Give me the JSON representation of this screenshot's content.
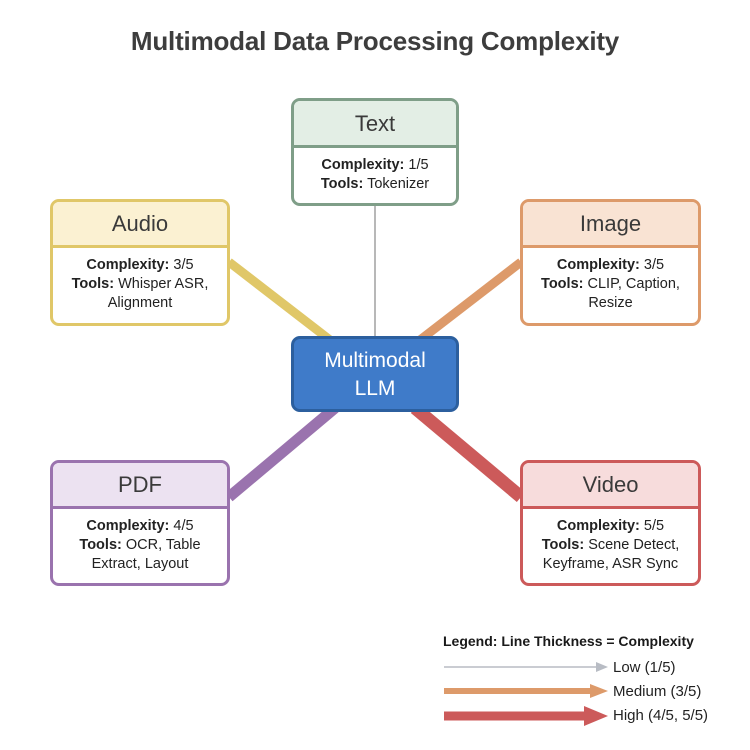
{
  "title": "Multimodal Data Processing Complexity",
  "center": {
    "line1": "Multimodal",
    "line2": "LLM",
    "fill": "#3f7bc9",
    "border": "#2c5f9e"
  },
  "nodes": {
    "text": {
      "name": "Text",
      "complexity_label": "Complexity:",
      "complexity": "1/5",
      "tools_label": "Tools:",
      "tools_line1": "Tokenizer",
      "tools_line2": "",
      "border": "#7f9e88",
      "header_bg": "#e3eee5",
      "line_color": "#b8b8b8"
    },
    "audio": {
      "name": "Audio",
      "complexity_label": "Complexity:",
      "complexity": "3/5",
      "tools_label": "Tools:",
      "tools_line1": "Whisper ASR,",
      "tools_line2": "Alignment",
      "border": "#e0c768",
      "header_bg": "#fbf1d2",
      "line_color": "#e0c768"
    },
    "image": {
      "name": "Image",
      "complexity_label": "Complexity:",
      "complexity": "3/5",
      "tools_label": "Tools:",
      "tools_line1": "CLIP, Caption,",
      "tools_line2": "Resize",
      "border": "#dd9a6a",
      "header_bg": "#f9e3d3",
      "line_color": "#dd9a6a"
    },
    "pdf": {
      "name": "PDF",
      "complexity_label": "Complexity:",
      "complexity": "4/5",
      "tools_label": "Tools:",
      "tools_line1": "OCR, Table",
      "tools_line2": "Extract, Layout",
      "border": "#9a73ae",
      "header_bg": "#ece2f1",
      "line_color": "#9a73ae"
    },
    "video": {
      "name": "Video",
      "complexity_label": "Complexity:",
      "complexity": "5/5",
      "tools_label": "Tools:",
      "tools_line1": "Scene Detect,",
      "tools_line2": "Keyframe, ASR Sync",
      "border": "#cc5a5a",
      "header_bg": "#f7dcdc",
      "line_color": "#cc5a5a"
    }
  },
  "legend": {
    "title": "Legend: Line Thickness = Complexity",
    "items": [
      {
        "label": "Low (1/5)",
        "color": "#b8bcc4",
        "complexity": 1
      },
      {
        "label": "Medium (3/5)",
        "color": "#dd9a6a",
        "complexity": 3
      },
      {
        "label": "High (4/5, 5/5)",
        "color": "#cc5a5a",
        "complexity": 5
      }
    ]
  }
}
